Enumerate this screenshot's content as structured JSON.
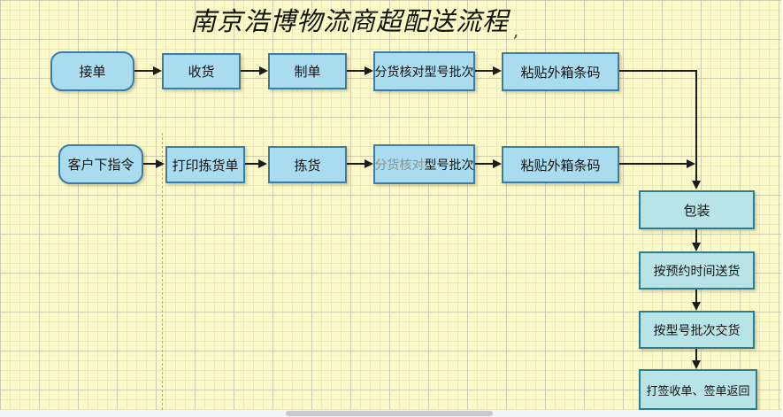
{
  "title": {
    "text": "南京浩博物流商超配送流程",
    "tick": ","
  },
  "nodes": {
    "row1": [
      {
        "label": "接单"
      },
      {
        "label": "收货"
      },
      {
        "label": "制单"
      },
      {
        "label": "分货核对型号批次"
      },
      {
        "label": "粘贴外箱条码"
      }
    ],
    "row2": [
      {
        "label": "客户下指令"
      },
      {
        "label": "打印拣货单"
      },
      {
        "label": "拣货"
      },
      {
        "label_faded": "分货核对",
        "label_rest": "型号批次"
      },
      {
        "label": "粘贴外箱条码"
      }
    ],
    "column": [
      {
        "label": "包装"
      },
      {
        "label": "按预约时间送货"
      },
      {
        "label": "按型号批次交货"
      },
      {
        "label": "打签收单、签单返回"
      }
    ]
  },
  "colors": {
    "canvas_background": "#fbf9c7",
    "node_blue_fill": "#a9dcef",
    "node_blue_border": "#3b7da6",
    "node_teal_fill": "#b9e4e7",
    "node_teal_border": "#2e7d8c",
    "connector": "#1c1c1c",
    "faded_text": "#8f8f8f"
  }
}
